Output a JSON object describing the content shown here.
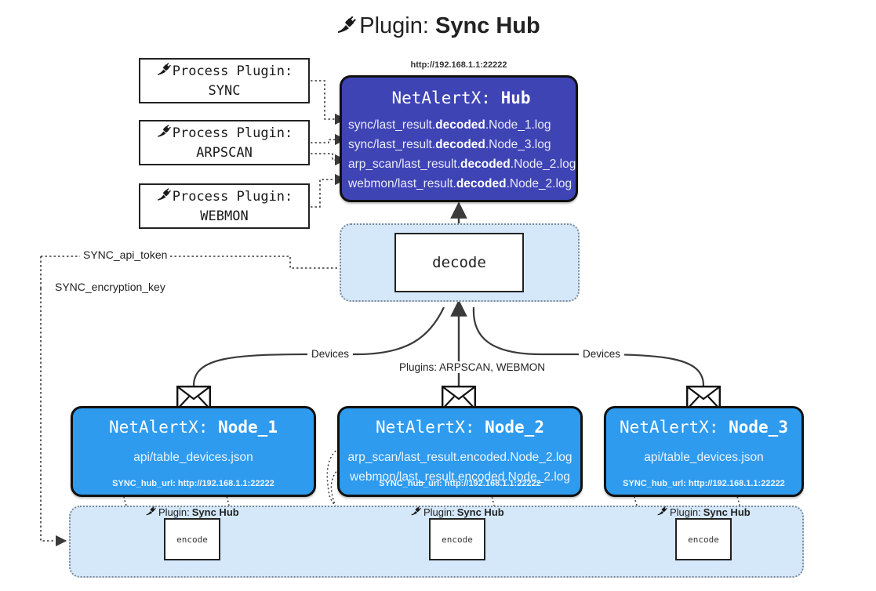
{
  "title": {
    "icon": "plug-icon",
    "prefix": "Plugin: ",
    "name": "Sync Hub"
  },
  "hub": {
    "url": "http://192.168.1.1:22222",
    "title_prefix": "NetAlertX: ",
    "title_name": "Hub",
    "lines": [
      {
        "pre": "sync/last_result.",
        "mid": "decoded",
        "post": ".Node_1.log"
      },
      {
        "pre": "sync/last_result.",
        "mid": "decoded",
        "post": ".Node_3.log"
      },
      {
        "pre": "arp_scan/last_result.",
        "mid": "decoded",
        "post": ".Node_2.log"
      },
      {
        "pre": "webmon/last_result.",
        "mid": "decoded",
        "post": ".Node_2.log"
      }
    ]
  },
  "process_plugins": [
    {
      "label": "Process Plugin:",
      "name": "SYNC",
      "icon": "plug-icon"
    },
    {
      "label": "Process Plugin:",
      "name": "ARPSCAN",
      "icon": "plug-icon"
    },
    {
      "label": "Process Plugin:",
      "name": "WEBMON",
      "icon": "plug-icon"
    }
  ],
  "decode": {
    "label": "decode"
  },
  "config_wires": [
    {
      "label": "SYNC_api_token"
    },
    {
      "label": "SYNC_encryption_key"
    }
  ],
  "edge_labels": {
    "devices_left": "Devices",
    "devices_right": "Devices",
    "plugins_center": "Plugins: ARPSCAN, WEBMON"
  },
  "nodes": [
    {
      "title_prefix": "NetAlertX: ",
      "title_name": "Node_1",
      "rows": [
        "api/table_devices.json"
      ],
      "footer": "SYNC_hub_url: http://192.168.1.1:22222"
    },
    {
      "title_prefix": "NetAlertX: ",
      "title_name": "Node_2",
      "rows": [
        "arp_scan/last_result.encoded.Node_2.log",
        "webmon/last_result.encoded.Node_2.log"
      ],
      "footer": "SYNC_hub_url: http://192.168.1.1:22222"
    },
    {
      "title_prefix": "NetAlertX: ",
      "title_name": "Node_3",
      "rows": [
        "api/table_devices.json"
      ],
      "footer": "SYNC_hub_url: http://192.168.1.1:22222"
    }
  ],
  "encoders": [
    {
      "plugin_prefix": "Plugin: ",
      "plugin_name": "Sync Hub",
      "box_label": "encode",
      "icon": "plug-icon"
    },
    {
      "plugin_prefix": "Plugin: ",
      "plugin_name": "Sync Hub",
      "box_label": "encode",
      "icon": "plug-icon"
    },
    {
      "plugin_prefix": "Plugin: ",
      "plugin_name": "Sync Hub",
      "box_label": "encode",
      "icon": "plug-icon"
    }
  ],
  "colors": {
    "hub": "#3f44b5",
    "node": "#2f9bef",
    "container": "#d4e8fa",
    "stroke": "#111111",
    "dotted": "#7d8a96"
  }
}
